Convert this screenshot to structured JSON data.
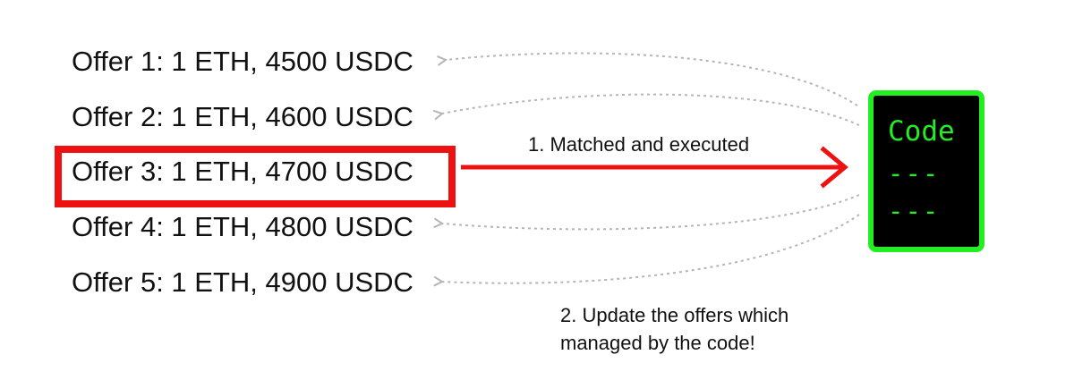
{
  "offers": [
    {
      "label": "Offer 1: 1 ETH, 4500 USDC",
      "highlighted": false
    },
    {
      "label": "Offer 2: 1 ETH, 4600 USDC",
      "highlighted": false
    },
    {
      "label": "Offer 3: 1 ETH, 4700 USDC",
      "highlighted": true
    },
    {
      "label": "Offer 4: 1 ETH, 4800 USDC",
      "highlighted": false
    },
    {
      "label": "Offer 5: 1 ETH, 4900 USDC",
      "highlighted": false
    }
  ],
  "code_box": {
    "title": "Code",
    "line1": "---",
    "line2": "---"
  },
  "notes": {
    "matched": "1. Matched and executed",
    "update_line1": "2. Update the offers which",
    "update_line2": "managed by the code!"
  },
  "colors": {
    "highlight": "#ee1111",
    "code_accent": "#22ee22",
    "code_background": "#000000",
    "update_arrows": "#b5b5b5"
  }
}
